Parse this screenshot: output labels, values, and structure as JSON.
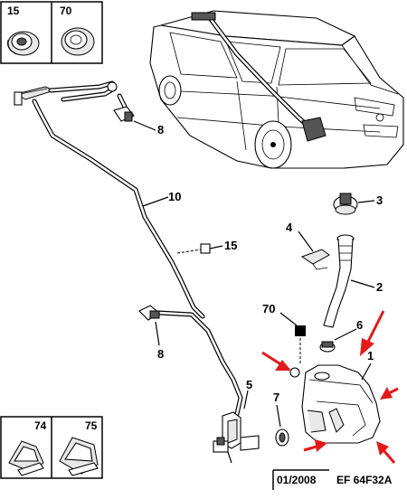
{
  "inset_top": {
    "labels": [
      "15",
      "70"
    ]
  },
  "inset_bottom": {
    "labels": [
      "74",
      "75"
    ]
  },
  "callouts": {
    "p1": "1",
    "p2": "2",
    "p3": "3",
    "p4": "4",
    "p5": "5",
    "p7": "7",
    "p6": "6",
    "p8a": "8",
    "p8b": "8",
    "p10": "10",
    "p15": "15",
    "p70": "70"
  },
  "footer": {
    "date": "01/2008",
    "ref": "EF 64F32A"
  },
  "colors": {
    "arrow": "#e21a1a",
    "line": "#000000",
    "background": "#ffffff"
  }
}
